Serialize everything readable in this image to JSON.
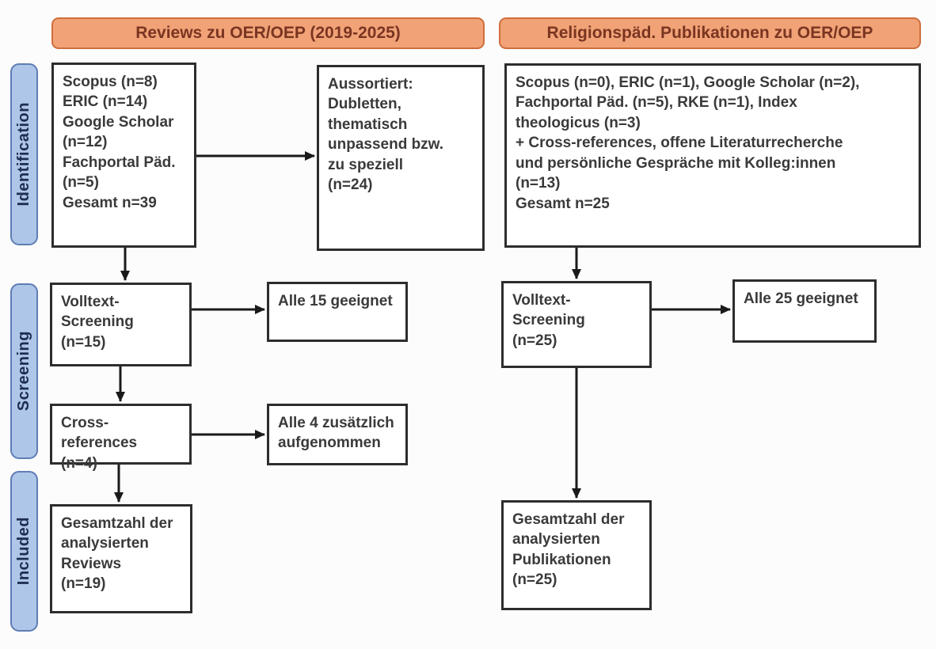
{
  "diagram_title": "PRISMA-style literature flow diagram",
  "colors": {
    "header_fill": "#F1A377",
    "header_border": "#CE6E3D",
    "header_text": "#7A3522",
    "stage_fill": "#AEC6E8",
    "stage_border": "#5F7DB4",
    "stage_text": "#1E2D52",
    "box_border": "#2D2D2D",
    "box_text": "#3A3A3A",
    "arrow": "#1A1A1A"
  },
  "column_headers": {
    "reviews": "Reviews zu OER/OEP (2019-2025)",
    "religionspaed": "Religionspäd. Publikationen zu OER/OEP"
  },
  "sidebar": {
    "stages": [
      {
        "label": "Identification"
      },
      {
        "label": "Screening"
      },
      {
        "label": "Included"
      }
    ]
  },
  "boxes": {
    "reviews_identification": "Scopus (n=8)\nERIC (n=14)\nGoogle Scholar\n(n=12)\nFachportal Päd.\n(n=5)\nGesamt n=39",
    "reviews_excluded": "Aussortiert:\nDubletten,\nthematisch\nunpassend bzw.\nzu speziell\n(n=24)",
    "reviews_fulltext_screening": "Volltext-\nScreening\n(n=15)",
    "reviews_fulltext_result": "Alle 15 geeignet",
    "reviews_crossreferences": "Cross-references\n(n=4)",
    "reviews_crossreferences_result": "Alle 4 zusätzlich\naufgenommen",
    "reviews_included_total": "Gesamtzahl der\nanalysierten\nReviews\n(n=19)",
    "pubs_identification": "Scopus (n=0), ERIC (n=1), Google Scholar (n=2),\nFachportal Päd. (n=5), RKE (n=1), Index\ntheologicus (n=3)\n+ Cross-references, offene Literaturrecherche\nund persönliche Gespräche mit Kolleg:innen\n(n=13)\nGesamt n=25",
    "pubs_fulltext_screening": "Volltext-\nScreening\n(n=25)",
    "pubs_fulltext_result": "Alle 25 geeignet",
    "pubs_included_total": "Gesamtzahl der\nanalysierten\nPublikationen\n(n=25)"
  }
}
